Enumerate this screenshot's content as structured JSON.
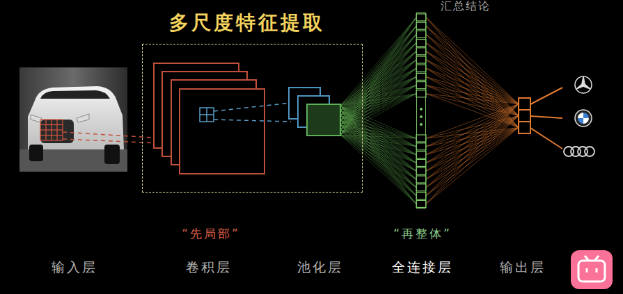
{
  "diagram": {
    "nodes": [
      {
        "text": [
          "多尺度特征提取"
        ]
      },
      {
        "text": [
          "汇总结论"
        ]
      }
    ],
    "labels": [
      "“先局部”",
      "“再整体”",
      "输入层",
      "卷积层",
      "池化层",
      "全连接层",
      "输出层"
    ]
  }
}
